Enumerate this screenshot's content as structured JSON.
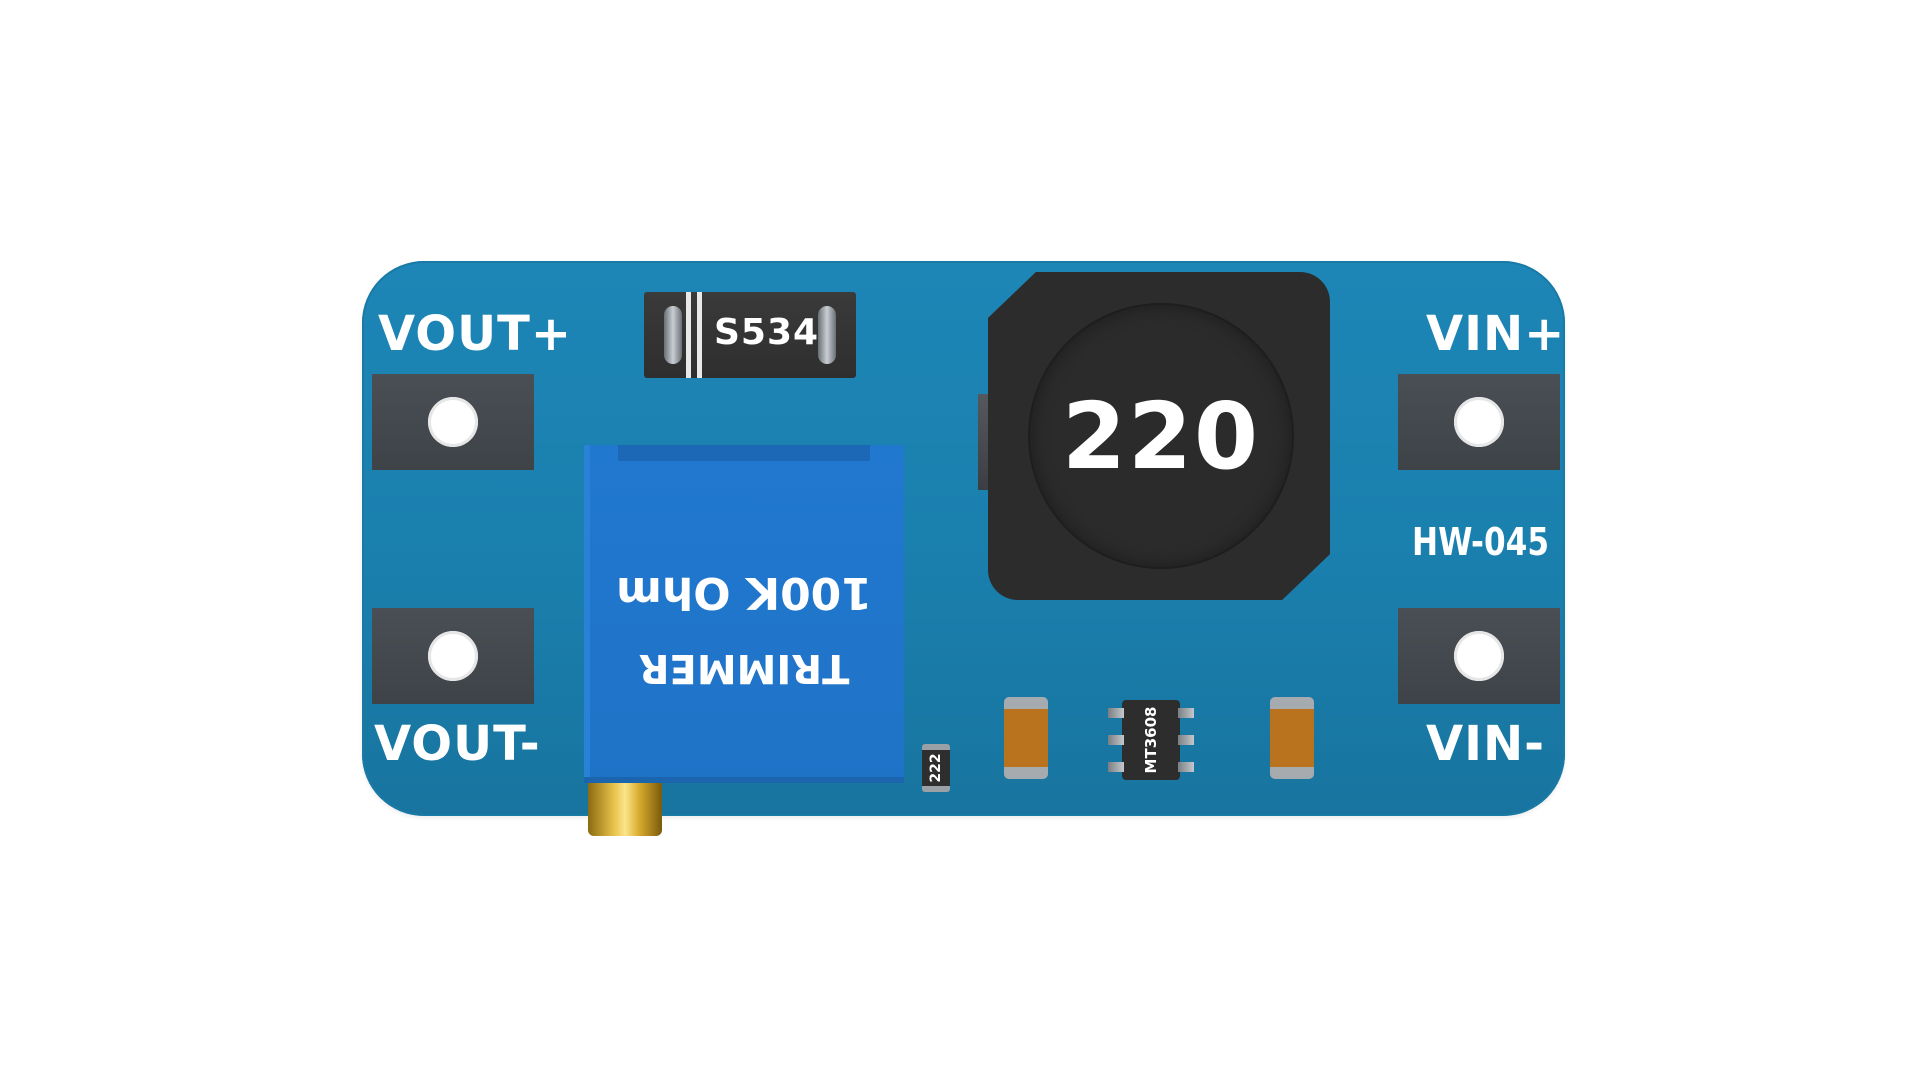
{
  "board": {
    "model_label": "HW-045",
    "terminals": {
      "vout_plus": "VOUT+",
      "vout_minus": "VOUT-",
      "vin_plus": "VIN+",
      "vin_minus": "VIN-"
    }
  },
  "components": {
    "diode_marking": "S534",
    "inductor_marking": "220",
    "trimmer_line1": "100K Ohm",
    "trimmer_line2": "TRIMMER",
    "resistor_marking": "222",
    "ic_marking": "MT3608"
  },
  "colors": {
    "pcb": "#1a7fad",
    "pad": "#45494e",
    "trimmer": "#2178cf",
    "inductor": "#2c2c2c",
    "screw": "#e8c24a"
  }
}
